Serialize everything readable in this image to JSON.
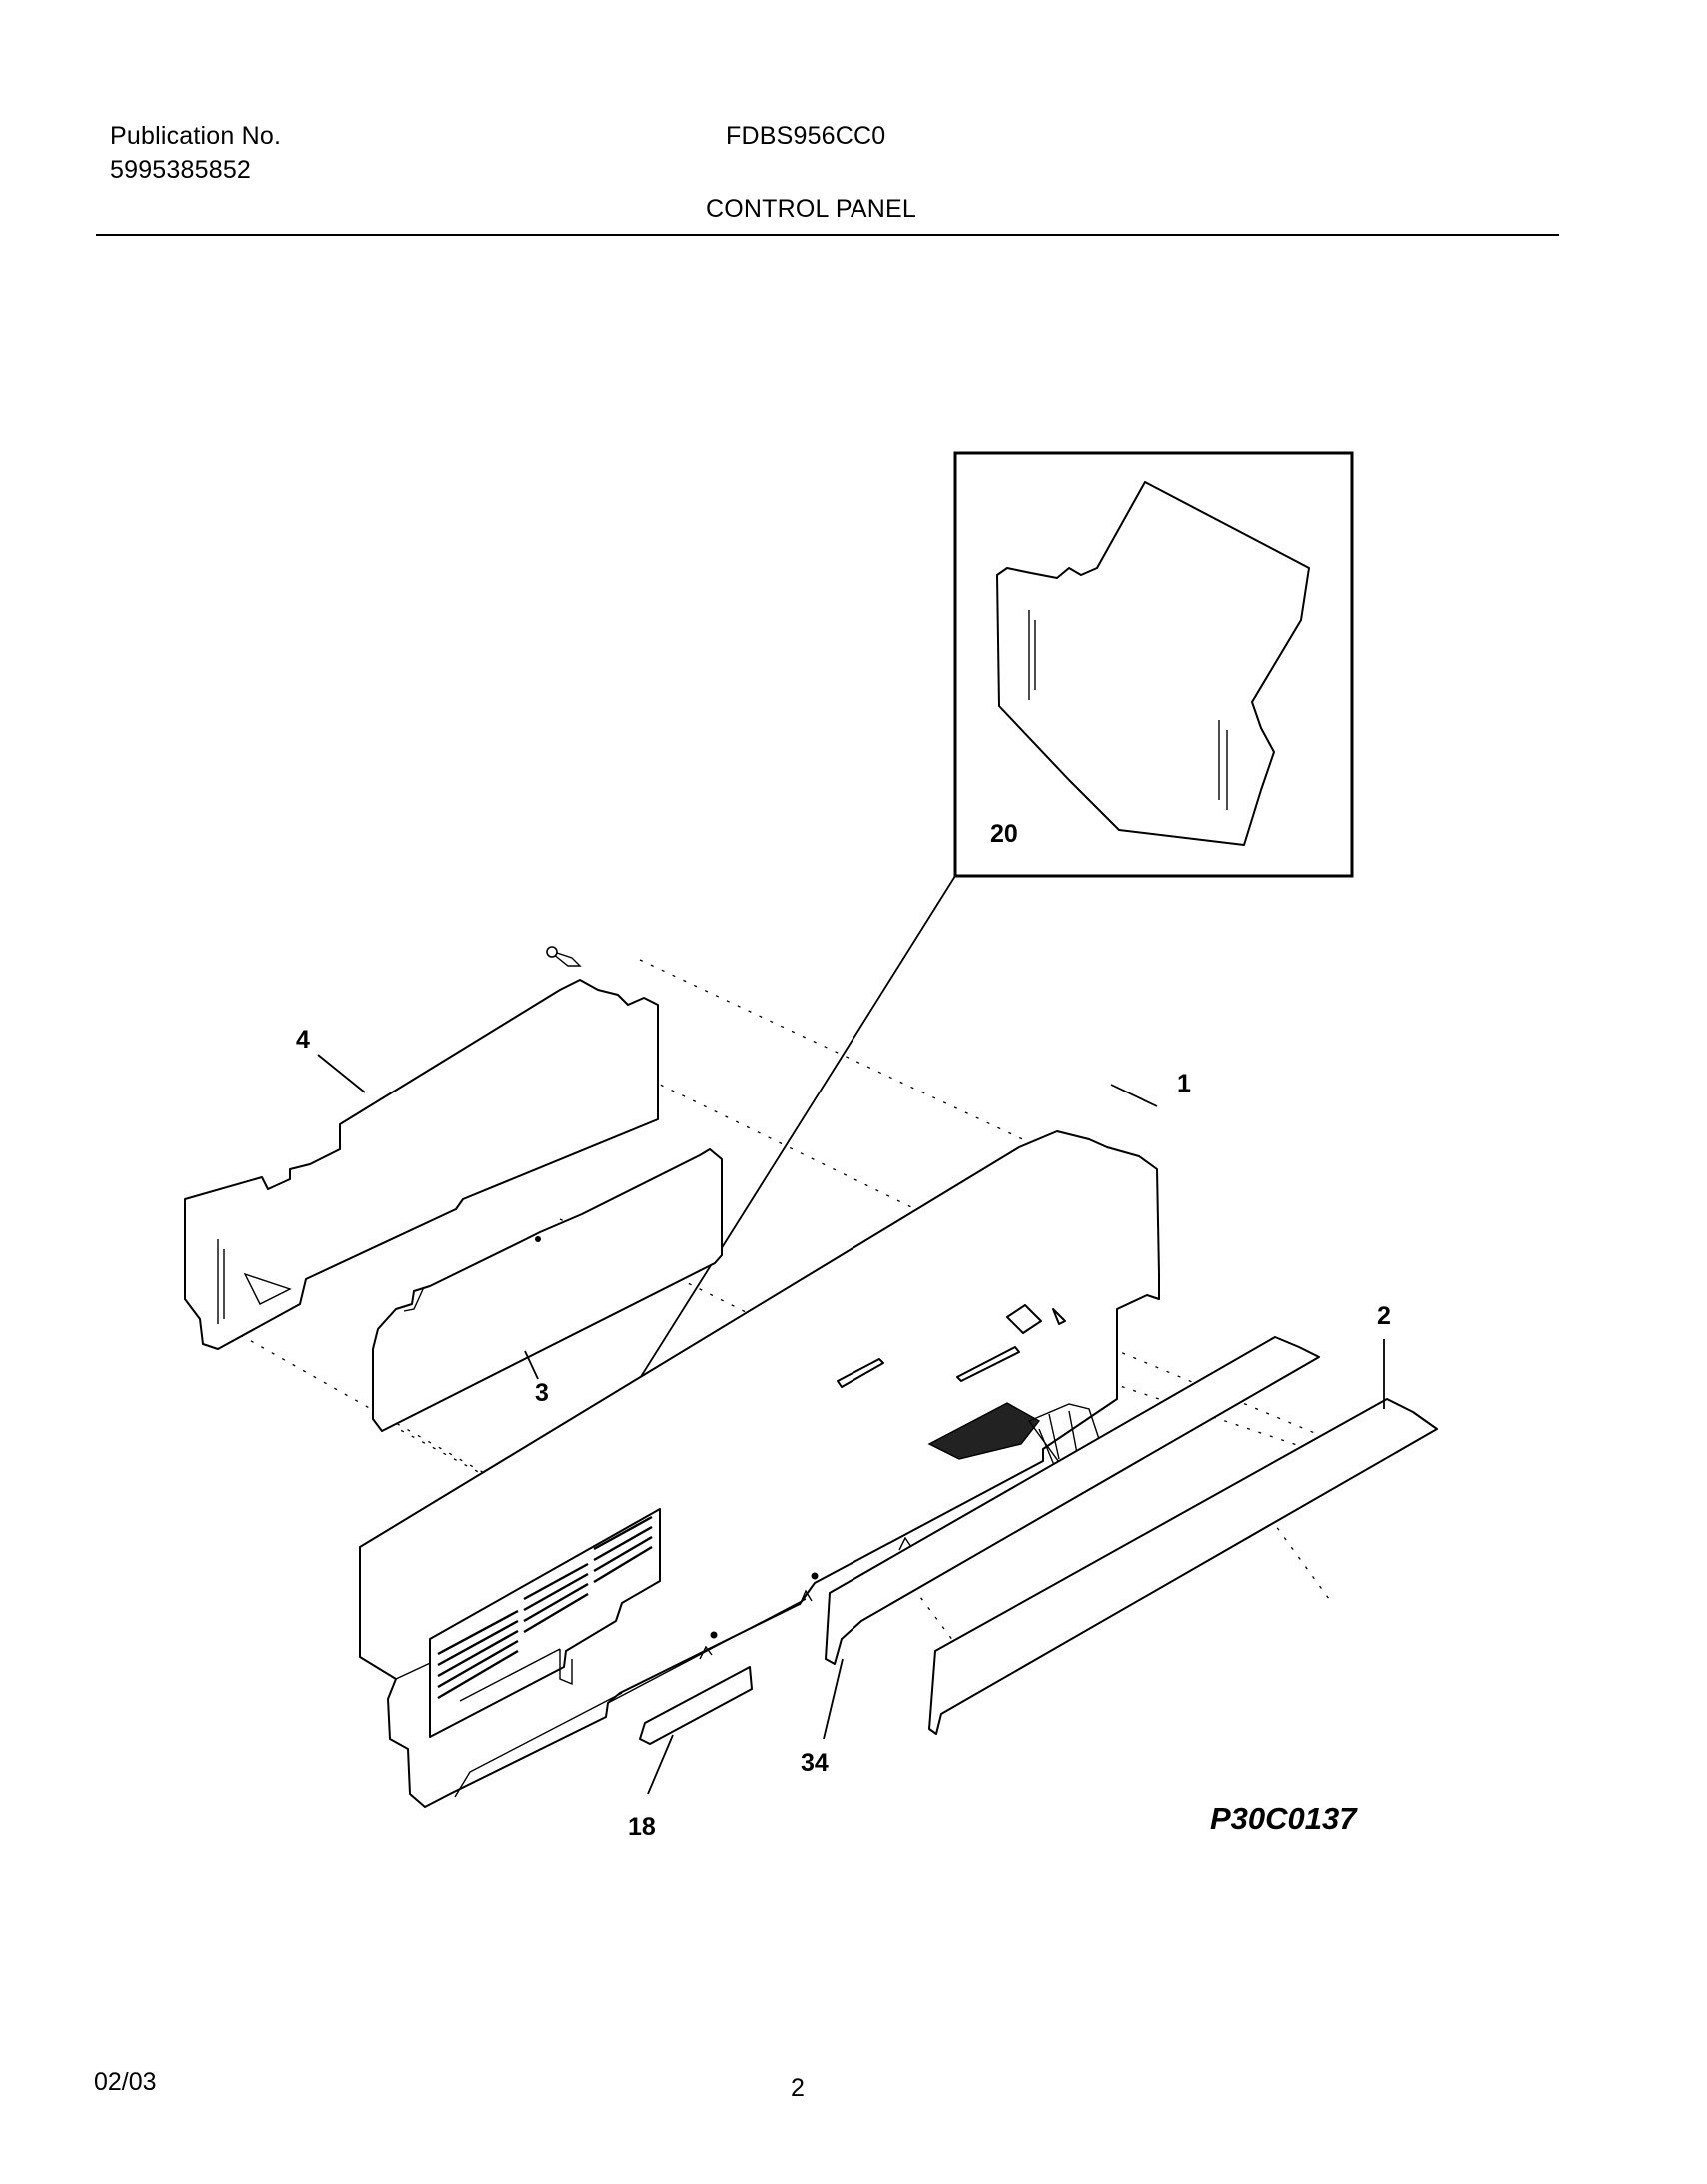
{
  "header": {
    "publication_label": "Publication No.",
    "publication_number": "5995385852",
    "model": "FDBS956CC0",
    "section_title": "CONTROL PANEL"
  },
  "diagram": {
    "inset_callout": "20",
    "callouts": {
      "c1": "1",
      "c2": "2",
      "c3": "3",
      "c4": "4",
      "c18": "18",
      "c34": "34"
    },
    "reference_code": "P30C0137"
  },
  "footer": {
    "date": "02/03",
    "page_number": "2"
  }
}
